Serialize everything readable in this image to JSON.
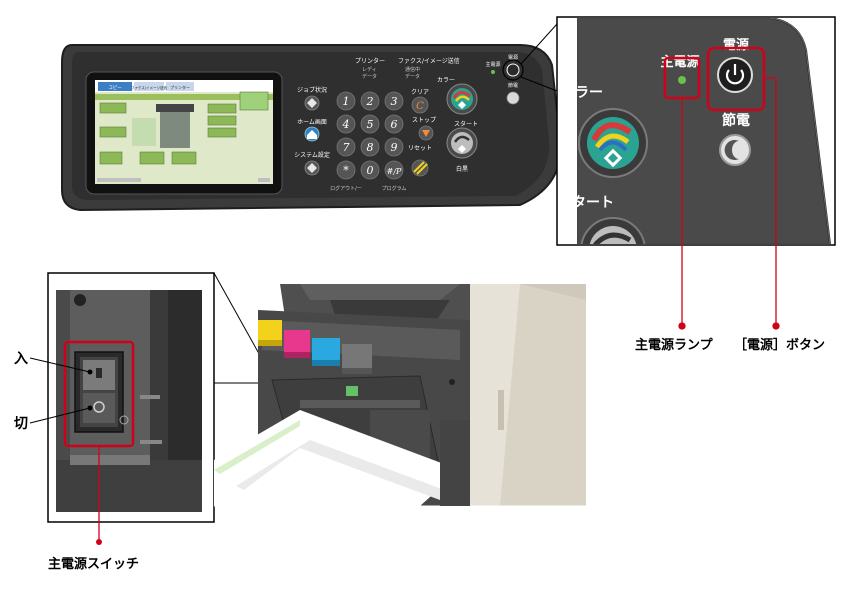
{
  "callouts": {
    "main_power_lamp": "主電源ランプ",
    "power_button": "［電源］ボタン",
    "switch_on": "入",
    "switch_off": "切",
    "main_power_switch": "主電源スイッチ"
  },
  "panel": {
    "job_status": "ジョブ状況",
    "home": "ホーム画面",
    "system_settings": "システム設定",
    "printer": "プリンター",
    "printer_ready": "レディ",
    "printer_data": "データ",
    "fax_image": "ファクス/イメージ送信",
    "fax_sending": "通信中",
    "fax_data": "データ",
    "clear": "クリア",
    "stop": "ストップ",
    "reset": "リセット",
    "logout": "ログアウト/ー",
    "program": "プログラム",
    "color": "カラー",
    "start": "スタート",
    "mono": "白黒",
    "main_power": "主電源",
    "power": "電源",
    "eco": "節電",
    "keys": [
      "1",
      "2",
      "3",
      "4",
      "5",
      "6",
      "7",
      "8",
      "9",
      "*",
      "0",
      "#/P"
    ],
    "screen_tabs": [
      "コピー",
      "ファクス/イメージ送信",
      "プリンター"
    ]
  },
  "zoom": {
    "main_power": "主電源",
    "power": "電源",
    "eco": "節電",
    "color_fragment": "ラー",
    "start_fragment": "タート"
  },
  "colors": {
    "highlight": "#d0021b",
    "panel_dark": "#3a3a3a",
    "lamp_green": "#6cc04a",
    "toner_yellow": "#f3d21b",
    "toner_magenta": "#e8388e",
    "toner_cyan": "#2aa8e0",
    "toner_black": "#5a5a5a"
  }
}
